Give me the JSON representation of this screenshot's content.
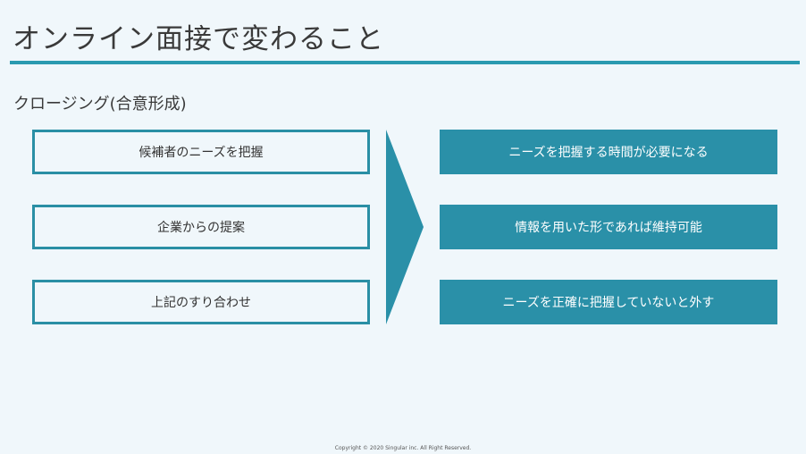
{
  "title": "オンライン面接で変わること",
  "subtitle": "クロージング(合意形成)",
  "left_items": [
    "候補者のニーズを把握",
    "企業からの提案",
    "上記のすり合わせ"
  ],
  "right_items": [
    "ニーズを把握する時間が必要になる",
    "情報を用いた形であれば維持可能",
    "ニーズを正確に把握していないと外す"
  ],
  "footer": "Copyright © 2020 Singular inc. All Right Reserved.",
  "colors": {
    "accent": "#2a90a8",
    "background": "#f0f7fb"
  }
}
